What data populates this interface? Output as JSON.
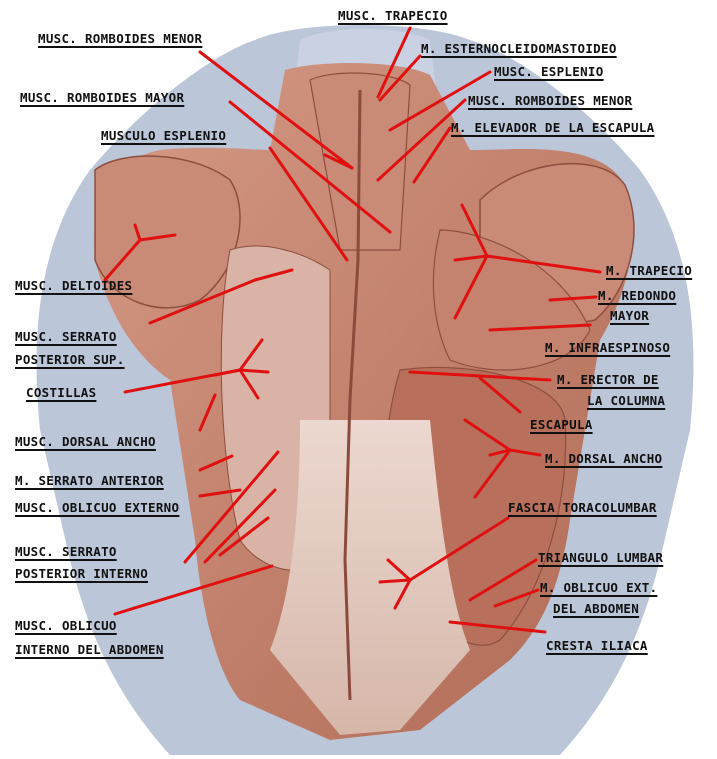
{
  "labels": {
    "trapecio_top": "MUSC. TRAPECIO",
    "romboides_menor_left": "MUSC. ROMBOIDES MENOR",
    "esternocleido": "M. ESTERNOCLEIDOMASTOIDEO",
    "esplenio_right": "MUSC. ESPLENIO",
    "romboides_mayor": "MUSC. ROMBOIDES MAYOR",
    "romboides_menor_right": "MUSC. ROMBOIDES MENOR",
    "elevador": "M. ELEVADOR DE LA ESCAPULA",
    "esplenio_left": "MUSCULO ESPLENIO",
    "deltoides": "MUSC. DELTOIDES",
    "trapecio_right": "M. TRAPECIO",
    "redondo_1": "M. REDONDO",
    "redondo_2": "MAYOR",
    "serrato_post_sup_1": "MUSC. SERRATO",
    "serrato_post_sup_2": "POSTERIOR SUP.",
    "infraespinoso": "M. INFRAESPINOSO",
    "costillas": "COSTILLAS",
    "erector_1": "M. ERECTOR DE",
    "erector_2": "LA COLUMNA",
    "escapula": "ESCAPULA",
    "dorsal_left": "MUSC. DORSAL ANCHO",
    "dorsal_right": "M. DORSAL ANCHO",
    "serrato_anterior": "M. SERRATO ANTERIOR",
    "oblicuo_externo": "MUSC. OBLICUO EXTERNO",
    "fascia": "FASCIA TORACOLUMBAR",
    "serrato_post_int_1": "MUSC. SERRATO",
    "serrato_post_int_2": "POSTERIOR INTERNO",
    "triangulo": "TRIANGULO LUMBAR",
    "oblicuo_ext_abd_1": "M. OBLICUO EXT.",
    "oblicuo_ext_abd_2": "DEL ABDOMEN",
    "oblicuo_int_1": "MUSC. OBLICUO",
    "oblicuo_int_2": "INTERNO DEL ABDOMEN",
    "cresta": "CRESTA ILIACA"
  },
  "colors": {
    "leader_line": "#e01010",
    "muscle": "#c8826e",
    "muscle_dark": "#9a5444",
    "skin_blue": "#b9c3d8"
  }
}
